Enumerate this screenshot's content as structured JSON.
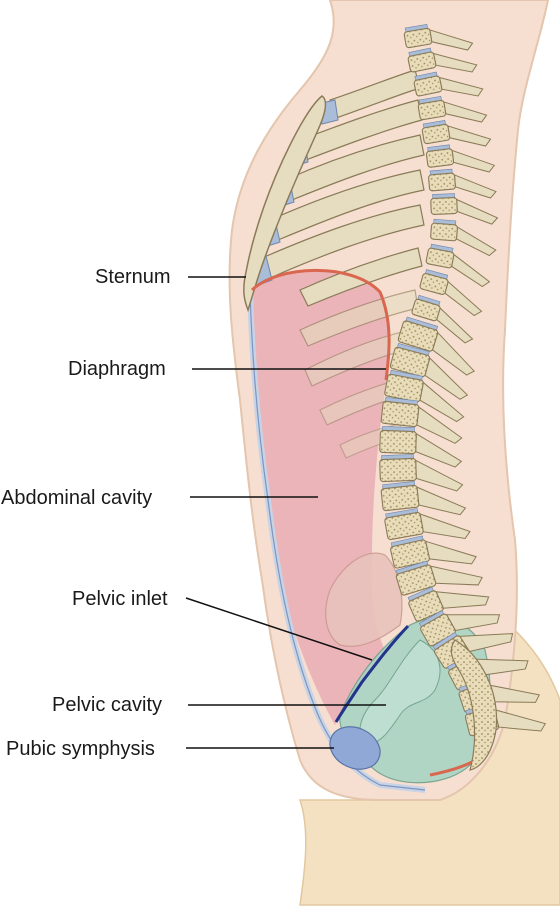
{
  "labels": {
    "sternum": "Sternum",
    "diaphragm": "Diaphragm",
    "abdominal_cavity": "Abdominal cavity",
    "pelvic_inlet": "Pelvic inlet",
    "pelvic_cavity": "Pelvic cavity",
    "pubic_symphysis": "Pubic symphysis"
  },
  "colors": {
    "skin": "#f6dfd0",
    "skin_outline": "#e4c5ad",
    "lower_body": "#f3e1c2",
    "bone": "#e6dcc0",
    "bone_outline": "#8a7b58",
    "cartilage": "#a9bcd8",
    "abdominal_cavity": "#e8a9b1",
    "pelvic_cavity": "#a9d4c4",
    "diaphragm": "#d9674f",
    "pelvic_inlet": "#23348c",
    "pubic_symphysis": "#8fa8d6",
    "leader_line": "#111111"
  }
}
